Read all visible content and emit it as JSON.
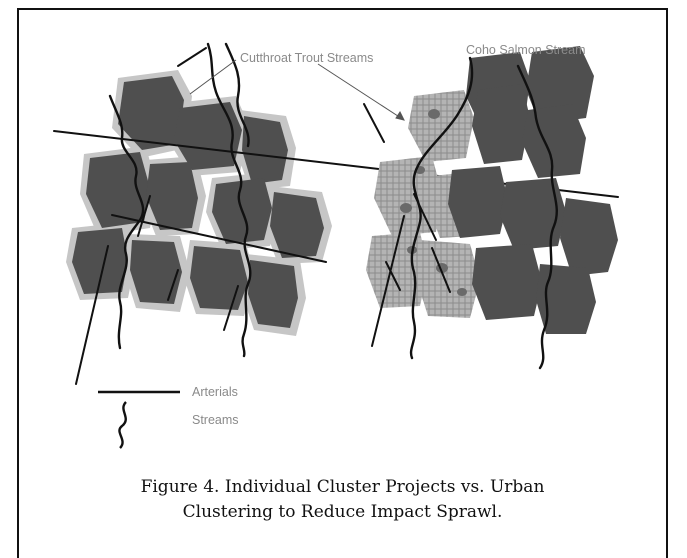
{
  "labels": {
    "cutthroat": "Cutthroat Trout Streams",
    "coho": "Coho Salmon Stream",
    "legend_arterials": "Arterials",
    "legend_streams": "Streams"
  },
  "caption": {
    "line1": "Figure 4. Individual Cluster Projects vs. Urban",
    "line2": "Clustering to Reduce Impact Sprawl."
  },
  "colors": {
    "block_dark": "#4f4f4f",
    "block_light": "#a4a4a4",
    "halo": "#c4c4c4",
    "ink": "#111111"
  }
}
